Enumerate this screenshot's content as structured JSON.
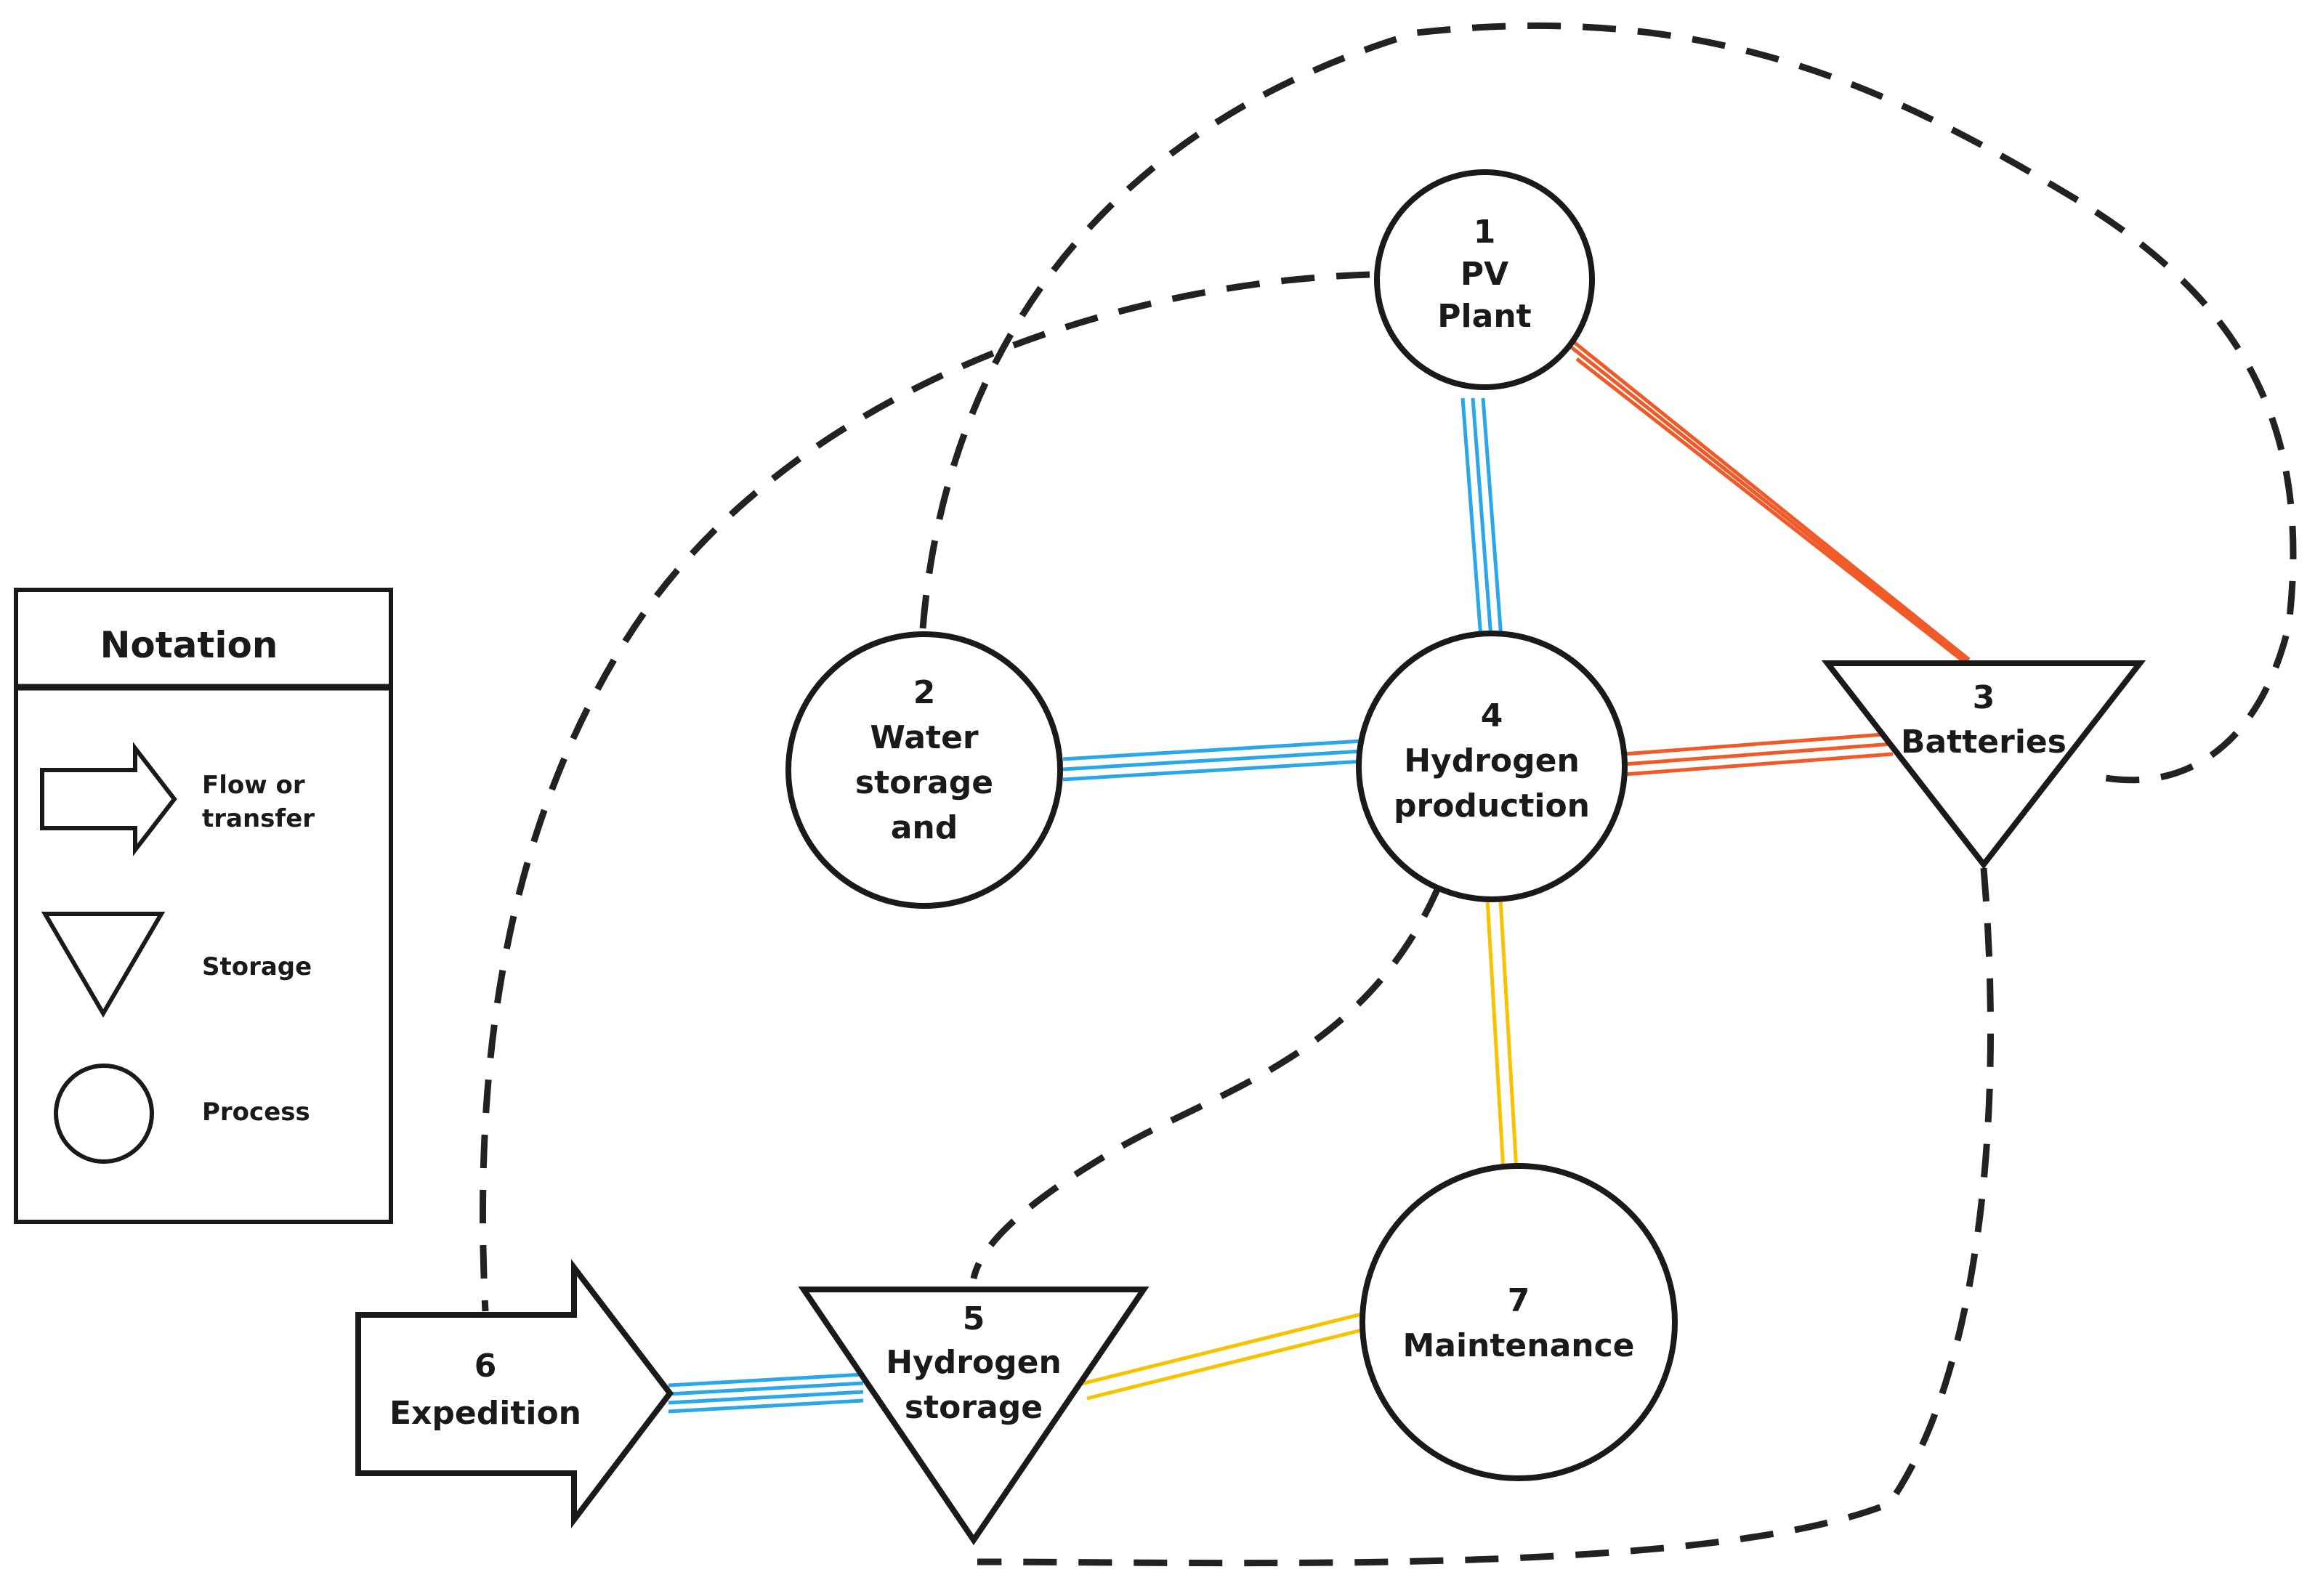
{
  "legend": {
    "title": "Notation",
    "flow_line1": "Flow or",
    "flow_line2": "transfer",
    "storage": "Storage",
    "process": "Process"
  },
  "nodes": {
    "pv": {
      "num": "1",
      "line1": "PV",
      "line2": "Plant"
    },
    "water": {
      "num": "2",
      "line1": "Water",
      "line2": "storage",
      "line3": "and"
    },
    "batteries": {
      "num": "3",
      "line1": "Batteries"
    },
    "h2prod": {
      "num": "4",
      "line1": "Hydrogen",
      "line2": "production"
    },
    "h2storage": {
      "num": "5",
      "line1": "Hydrogen",
      "line2": "storage"
    },
    "expedition": {
      "num": "6",
      "line1": "Expedition"
    },
    "maintenance": {
      "num": "7",
      "line1": "Maintenance"
    }
  },
  "colors": {
    "water_flow": "#2aa6ea",
    "electric_flow": "#f05a28",
    "hydrogen_flow": "#f7c300",
    "control_link": "#222222",
    "outline": "#1a1a1a"
  }
}
